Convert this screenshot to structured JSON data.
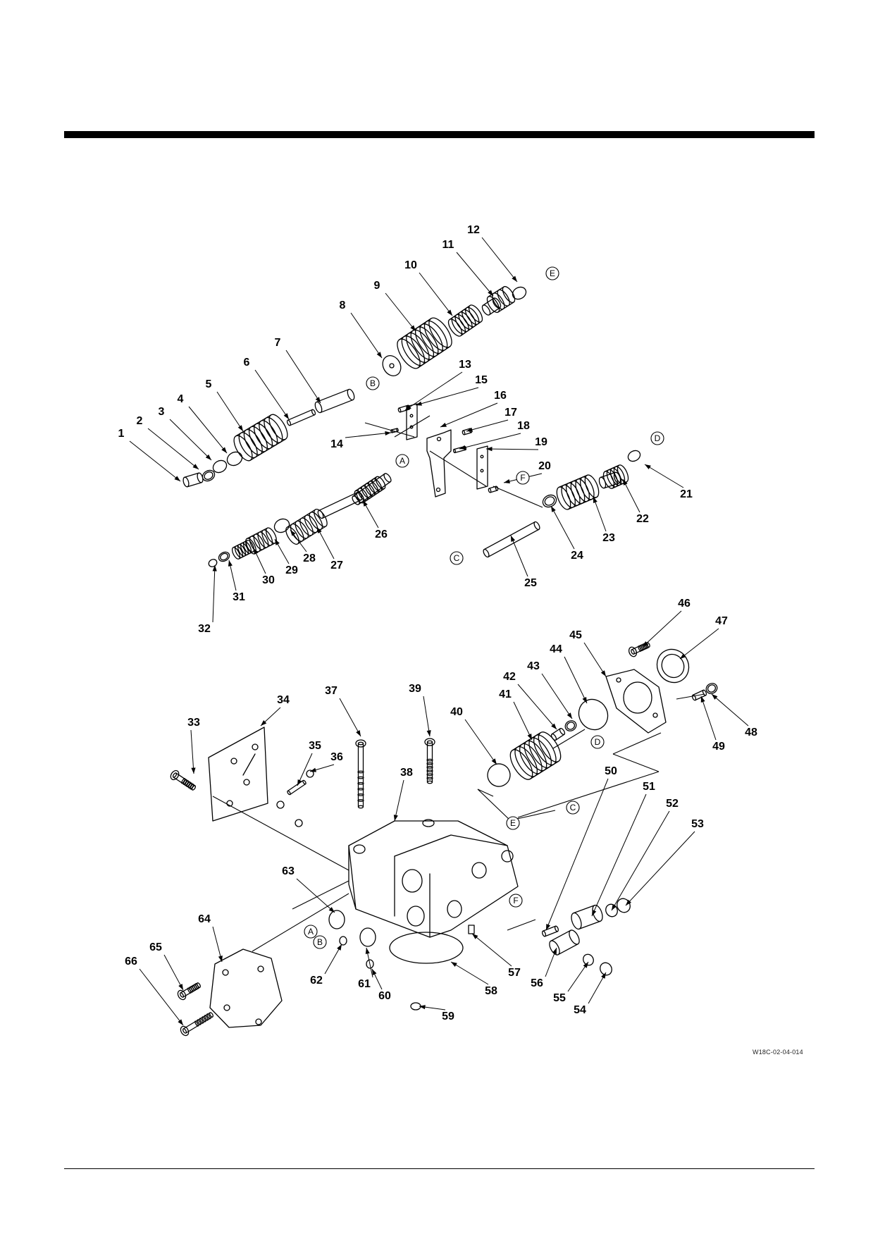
{
  "figure_code": "W18C-02-04-014",
  "callouts": [
    "1",
    "2",
    "3",
    "4",
    "5",
    "6",
    "7",
    "8",
    "9",
    "10",
    "11",
    "12",
    "13",
    "14",
    "15",
    "16",
    "17",
    "18",
    "19",
    "20",
    "21",
    "22",
    "23",
    "24",
    "25",
    "26",
    "27",
    "28",
    "29",
    "30",
    "31",
    "32",
    "33",
    "34",
    "35",
    "36",
    "37",
    "38",
    "39",
    "40",
    "41",
    "42",
    "43",
    "44",
    "45",
    "46",
    "47",
    "48",
    "49",
    "50",
    "51",
    "52",
    "53",
    "54",
    "55",
    "56",
    "57",
    "58",
    "59",
    "60",
    "61",
    "62",
    "63",
    "64",
    "65",
    "66"
  ],
  "reference_letters": [
    "A",
    "B",
    "C",
    "D",
    "E",
    "F"
  ]
}
